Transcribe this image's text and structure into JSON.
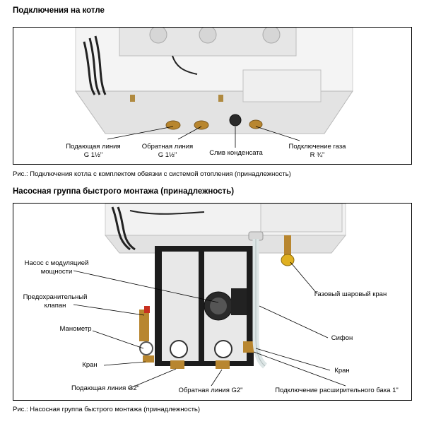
{
  "section1": {
    "heading": "Подключения на котле",
    "labels": {
      "supply": {
        "line1": "Подающая линия",
        "line2": "G 1½\""
      },
      "return": {
        "line1": "Обратная линия",
        "line2": "G 1½\""
      },
      "condensate": "Слив конденсата",
      "gas": {
        "line1": "Подключение газа",
        "line2": "R ¾\""
      }
    },
    "caption": "Рис.: Подключения котла с комплектом обвязки с системой отопления (принадлежность)"
  },
  "section2": {
    "heading": "Насосная группа быстрого монтажа (принадлежность)",
    "labels": {
      "pump": {
        "line1": "Насос с модуляцией",
        "line2": "мощности"
      },
      "safety_valve": {
        "line1": "Предохранительный",
        "line2": "клапан"
      },
      "manometer": "Манометр",
      "tap_left": "Кран",
      "supply_g2": "Подающая линия G2\"",
      "return_g2": "Обратная линия G2\"",
      "gas_ball_valve": "Газовый шаровый кран",
      "siphon": "Сифон",
      "tap_right": "Кран",
      "expansion_tank": "Подключение расширительного бака 1\""
    },
    "caption": "Рис.: Насосная группа быстрого монтажа (принадлежность)"
  }
}
